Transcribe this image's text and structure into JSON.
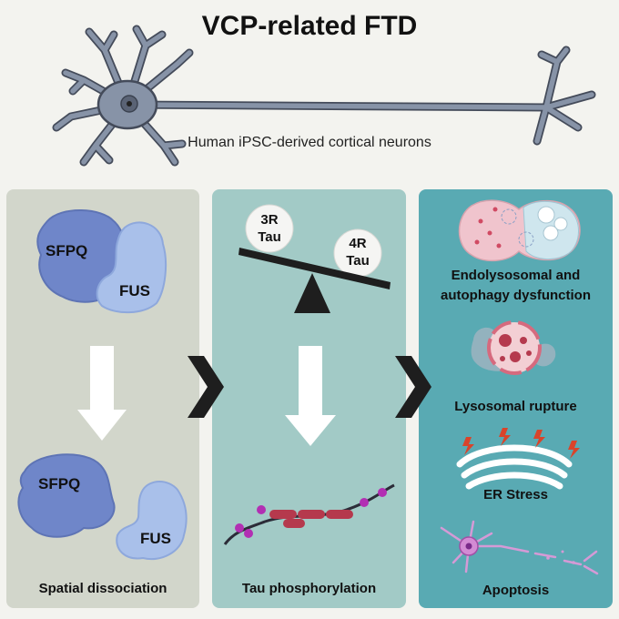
{
  "title": "VCP-related FTD",
  "subtitle": "Human iPSC-derived cortical neurons",
  "panel1": {
    "top_left": "SFPQ",
    "top_right": "FUS",
    "bottom_left": "SFPQ",
    "bottom_right": "FUS",
    "caption": "Spatial dissociation"
  },
  "panel2": {
    "left_ball_line1": "3R",
    "left_ball_line2": "Tau",
    "right_ball_line1": "4R",
    "right_ball_line2": "Tau",
    "caption": "Tau phosphorylation"
  },
  "panel3": {
    "item1_line1": "Endolysosomal and",
    "item1_line2": "autophagy dysfunction",
    "item2": "Lysosomal rupture",
    "item3": "ER Stress",
    "item4": "Apoptosis"
  },
  "colors": {
    "neuron": "#8793a7",
    "neuron_outline": "#444b5a",
    "panel1": "#d2d6cb",
    "panel2": "#a2cac6",
    "panel3": "#59aab3",
    "sfpq": "#6f86c9",
    "fus": "#a9c0ea",
    "tau_segment": "#b5394d",
    "phospho": "#b22fb3",
    "lightning": "#d9442a"
  }
}
